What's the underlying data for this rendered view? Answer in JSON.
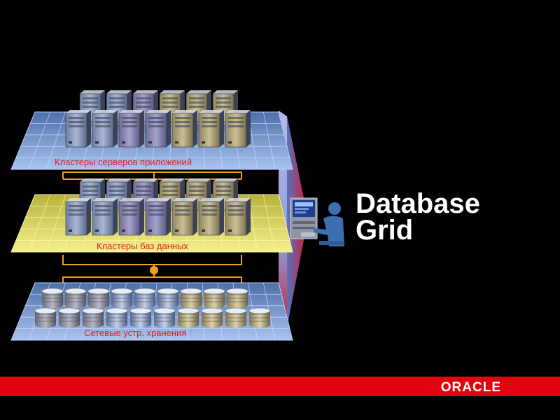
{
  "slide": {
    "title_line1": "Database",
    "title_line2": "Grid",
    "logo_text": "ORACLE",
    "brand_color": "#e3000f"
  },
  "layers": [
    {
      "label": "Кластеры серверов приложений",
      "color": "#7f9fdc",
      "icon": "server-tower-icon"
    },
    {
      "label": "Кластеры баз данных",
      "color": "#e8e36a",
      "icon": "server-tower-icon"
    },
    {
      "label": "Сетевые устр. хранения",
      "color": "#7f9fdc",
      "icon": "disk-stack-icon"
    }
  ],
  "user_icon": "user-at-computer-icon"
}
